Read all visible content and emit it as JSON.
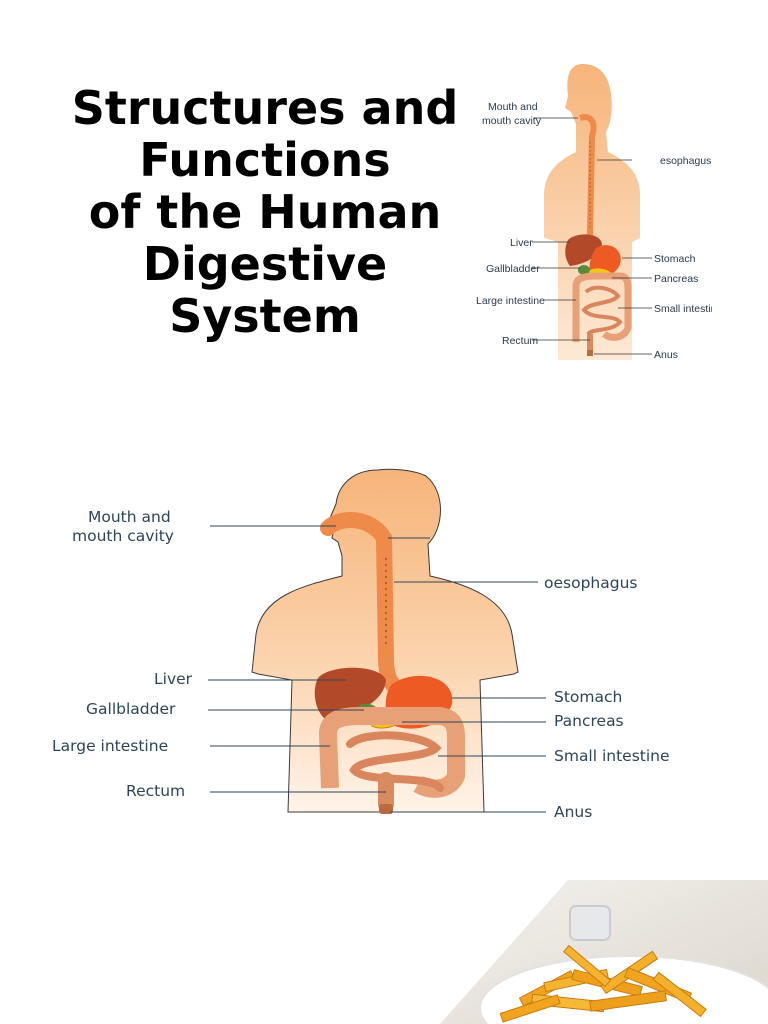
{
  "title": {
    "line1": "Structures and",
    "line2": "Functions",
    "line3": "of the Human",
    "line4": "Digestive",
    "line5": "System"
  },
  "small_diagram": {
    "labels": {
      "mouth_line1": "Mouth and",
      "mouth_line2": "mouth cavity",
      "esophagus": "esophagus",
      "liver": "Liver",
      "gallbladder": "Gallbladder",
      "large_intestine": "Large intestine",
      "rectum": "Rectum",
      "stomach": "Stomach",
      "pancreas": "Pancreas",
      "small_intestine": "Small intestine",
      "anus": "Anus"
    }
  },
  "large_diagram": {
    "labels": {
      "mouth_line1": "Mouth and",
      "mouth_line2": "mouth cavity",
      "esophagus": "oesophagus",
      "liver": "Liver",
      "gallbladder": "Gallbladder",
      "large_intestine": "Large intestine",
      "rectum": "Rectum",
      "stomach": "Stomach",
      "pancreas": "Pancreas",
      "small_intestine": "Small intestine",
      "anus": "Anus"
    }
  },
  "colors": {
    "body_skin": "#f8c48e",
    "esophagus": "#ee8a4a",
    "liver": "#b24a2a",
    "stomach": "#ee5a24",
    "gallbladder": "#5a8a3c",
    "pancreas": "#f6c31c",
    "intestine": "#e8a076",
    "label_text": "#2e4457"
  }
}
